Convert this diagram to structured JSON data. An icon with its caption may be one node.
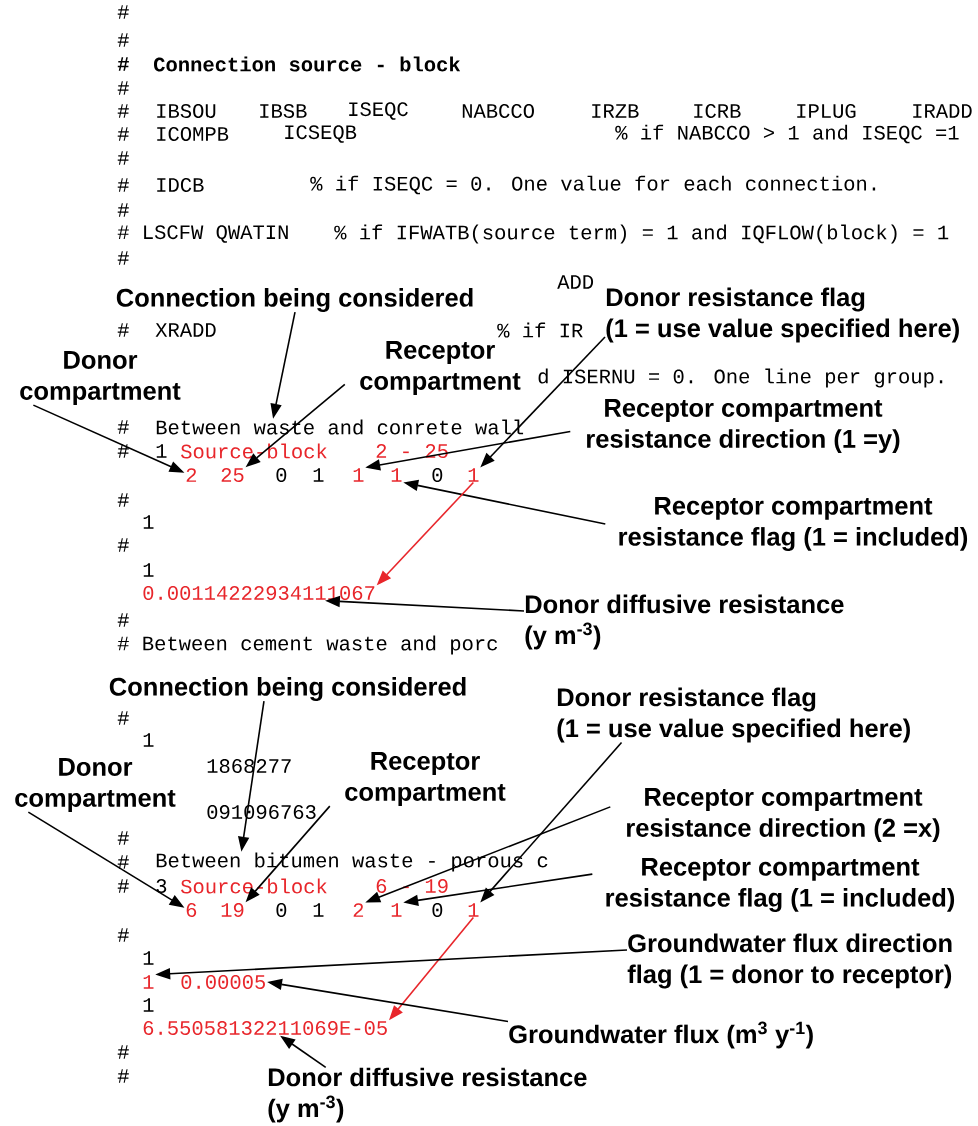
{
  "diagram": {
    "nodes": [
      {
        "text": [
          "Connection being considered"
        ]
      },
      {
        "text": [
          "Donor resistance flag (1 = use value specified here)"
        ]
      },
      {
        "text": [
          "Receptor compartment"
        ]
      },
      {
        "text": [
          "Donor compartment"
        ]
      },
      {
        "text": [
          "Between waste and conrete wall"
        ]
      },
      {
        "text": [
          "Receptor compartment resistance direction (1 =y)"
        ]
      },
      {
        "text": [
          "2"
        ]
      },
      {
        "text": [
          "25"
        ]
      },
      {
        "text": [
          "1"
        ]
      },
      {
        "text": [
          "1"
        ]
      },
      {
        "text": [
          "1"
        ]
      },
      {
        "text": [
          "Receptor compartment resistance flag (1 = included)"
        ]
      },
      {
        "text": [
          "0.00114222934111067"
        ]
      },
      {
        "text": [
          "Donor diffusive resistance (y m$^{-3}$)"
        ]
      },
      {
        "text": [
          "Connection being considered"
        ]
      },
      {
        "text": [
          "Donor resistance flag (1 = use value specified here)"
        ]
      },
      {
        "text": [
          "Receptor compartment"
        ]
      },
      {
        "text": [
          "Donor compartment"
        ]
      },
      {
        "text": [
          "Receptor compartment resistance direction (2 =x)"
        ]
      },
      {
        "text": [
          "Between bitumen waste - porous c"
        ]
      },
      {
        "text": [
          "Receptor compartment resistance flag (1 = included)"
        ]
      },
      {
        "text": [
          "6"
        ]
      },
      {
        "text": [
          "19"
        ]
      },
      {
        "text": [
          "2"
        ]
      },
      {
        "text": [
          "1"
        ]
      },
      {
        "text": [
          "1"
        ]
      },
      {
        "text": [
          "Groundwater flux direction flag (1 = donor to receptor)"
        ]
      },
      {
        "text": [
          "1"
        ]
      },
      {
        "text": [
          "0.00005"
        ]
      },
      {
        "text": [
          "Groundwater flux (m$^{3}$ y$^{-1}$)"
        ]
      },
      {
        "text": [
          "6.55058132211069E-05"
        ]
      },
      {
        "text": [
          "Donor diffusive resistance (y m$^{-3}$)"
        ]
      }
    ],
    "edges": [
      {
        "from": 0,
        "to": 4,
        "arrow": "to"
      },
      {
        "from": 1,
        "to": 10,
        "arrow": "to"
      },
      {
        "from": 2,
        "to": 7,
        "arrow": "to"
      },
      {
        "from": 3,
        "to": 6,
        "arrow": "to"
      },
      {
        "from": 5,
        "to": 8,
        "arrow": "to"
      },
      {
        "from": 11,
        "to": 9,
        "arrow": "to"
      },
      {
        "from": 10,
        "to": 12,
        "arrow": "to",
        "color": "#e8262b"
      },
      {
        "from": 13,
        "to": 12,
        "arrow": "to"
      },
      {
        "from": 14,
        "to": 19,
        "arrow": "to"
      },
      {
        "from": 15,
        "to": 25,
        "arrow": "to"
      },
      {
        "from": 16,
        "to": 22,
        "arrow": "to"
      },
      {
        "from": 17,
        "to": 21,
        "arrow": "to"
      },
      {
        "from": 18,
        "to": 23,
        "arrow": "to"
      },
      {
        "from": 20,
        "to": 24,
        "arrow": "to"
      },
      {
        "from": 25,
        "to": 30,
        "arrow": "to",
        "color": "#e8262b"
      },
      {
        "from": 26,
        "to": 27,
        "arrow": "to"
      },
      {
        "from": 29,
        "to": 28,
        "arrow": "to"
      },
      {
        "from": 31,
        "to": 30,
        "arrow": "to"
      }
    ],
    "labels": [
      "#",
      "#",
      "#",
      "Connection source - block",
      "#",
      "#",
      "IBSOU",
      "IBSB",
      "ISEQC",
      "NABCCO",
      "IRZB",
      "ICRB",
      "IPLUG",
      "IRADD",
      "#",
      "ICOMPB",
      "ICSEQB",
      "% if NABCCO > 1 and ISEQC =1",
      "#",
      "#",
      "IDCB",
      "% if ISEQC = 0. One value for each connection.",
      "#",
      "# LSCFW QWATIN",
      "% if IFWATB(source term) = 1 and IQFLOW(block) = 1",
      "#",
      "ADD",
      "#",
      "XRADD",
      "% if IR",
      "d ISERNU = 0. One line per group.",
      "#",
      "#",
      "1",
      "Source-block",
      "2 - 25",
      "0",
      "1",
      "0",
      "#",
      "1",
      "#",
      "1",
      "#",
      "# Between cement waste and porc",
      "#",
      "1",
      "1868277",
      "091096763",
      "#",
      "#",
      "#",
      "3",
      "Source-block",
      "6 - 19",
      "0",
      "1",
      "0",
      "#",
      "1",
      "1",
      "#",
      "#"
    ]
  }
}
